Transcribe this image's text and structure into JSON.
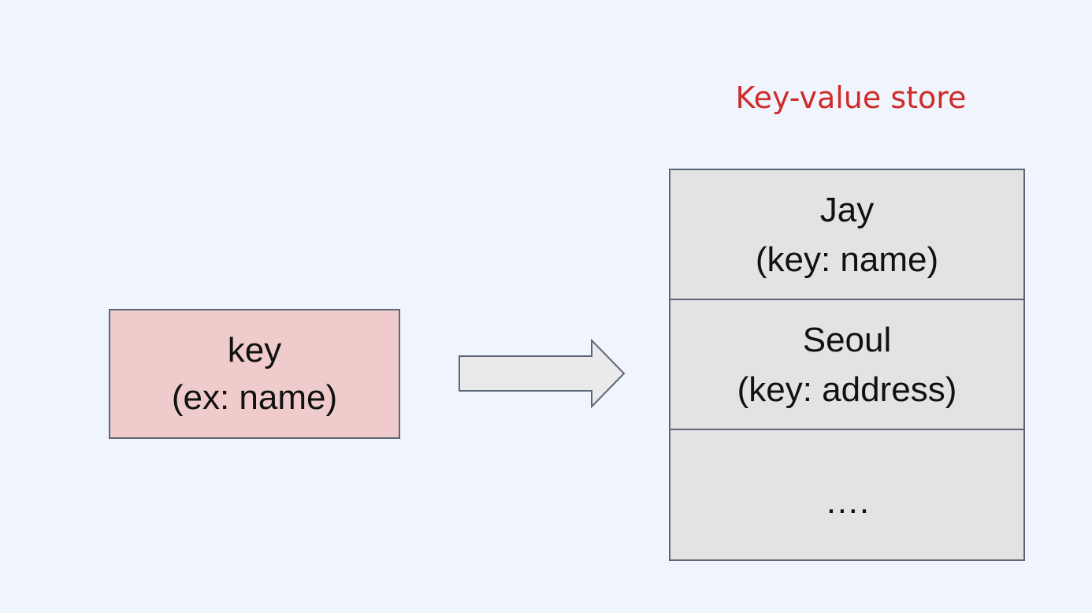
{
  "title": "Key-value store",
  "key_box": {
    "line1": "key",
    "line2": "(ex: name)"
  },
  "store": {
    "rows": [
      {
        "value": "Jay",
        "key": "(key: name)"
      },
      {
        "value": "Seoul",
        "key": "(key: address)"
      },
      {
        "value": "…."
      }
    ]
  },
  "colors": {
    "title": "#d02b2b",
    "key_box_fill": "#efcccb",
    "store_fill": "#e3e3e3",
    "outline": "#5d6577",
    "background": "#f0f4fd"
  }
}
